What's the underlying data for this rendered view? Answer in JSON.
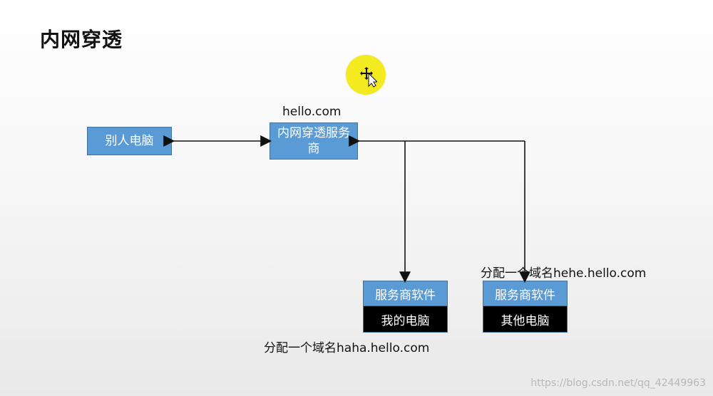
{
  "slide": {
    "title": "内网穿透"
  },
  "diagram": {
    "service_domain": "hello.com",
    "other_computer": "别人电脑",
    "service_provider": "内网穿透服务商",
    "my_stack": {
      "software": "服务商软件",
      "computer": "我的电脑",
      "assigned_domain": "分配一个域名haha.hello.com"
    },
    "other_stack": {
      "software": "服务商软件",
      "computer": "其他电脑",
      "assigned_domain": "分配一个域名hehe.hello.com"
    }
  },
  "watermark": "https://blog.csdn.net/qq_42449963",
  "cursor": {
    "icon": "move-cursor-icon"
  }
}
